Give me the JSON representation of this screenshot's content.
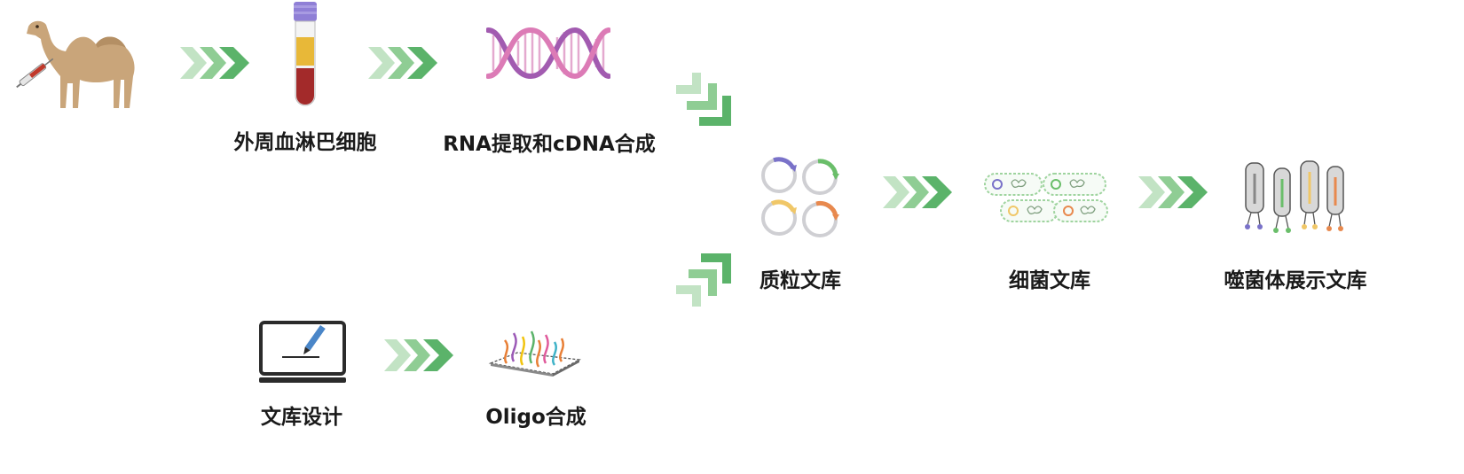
{
  "steps": {
    "pbmc": "外周血淋巴细胞",
    "rna_cdna": "RNA提取和cDNA合成",
    "library_design": "文库设计",
    "oligo_synthesis": "Oligo合成",
    "plasmid_library": "质粒文库",
    "bacterial_library": "细菌文库",
    "phage_display_library": "噬菌体展示文库"
  },
  "colors": {
    "arrow_dark": "#5bb36a",
    "arrow_mid": "#8fcd94",
    "arrow_light": "#c2e3c4",
    "camel": "#c9a57a",
    "blood_red": "#a32a2a",
    "plasma_yellow": "#e8b838",
    "tube_cap": "#8f7fd6",
    "dna_purple": "#a25bb0",
    "dna_pink": "#dc7bb6"
  }
}
